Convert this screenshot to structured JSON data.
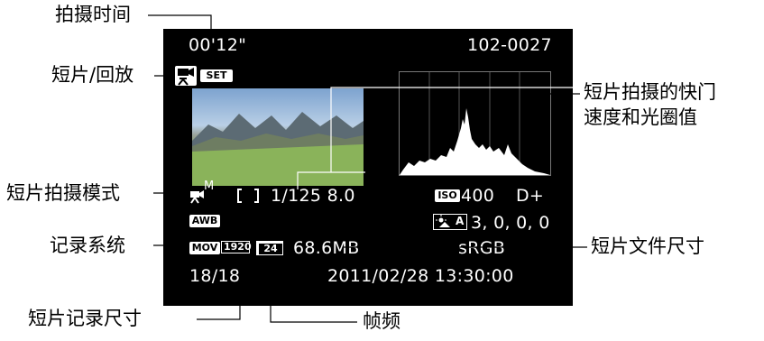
{
  "callouts": {
    "shooting_time": "拍摄时间",
    "movie_playback": "短片/回放",
    "movie_shutter_aperture": [
      "短片拍摄的快门",
      "速度和光圈值"
    ],
    "movie_shooting_mode": "短片拍摄模式",
    "recording_system": "记录系统",
    "movie_file_size": "短片文件尺寸",
    "movie_recording_size": "短片记录尺寸",
    "frame_rate": "帧频"
  },
  "screen": {
    "elapsed_time": "00'12\"",
    "folder_file": "102-0027",
    "set_badge": "SET",
    "shutter_aperture": "1/125  8.0",
    "iso_label": "ISO",
    "iso_value": "400",
    "d_plus": "D+",
    "awb": "AWB",
    "picture_style_badge": "A",
    "picture_style_values": "3,  0,  0,  0",
    "mov_badge": "MOV",
    "size_badge": "1920",
    "fps_badge": "24",
    "file_size": "68.6MB",
    "color_space": "sRGB",
    "frame_counter": "18/18",
    "datetime": "2011/02/28  13:30:00",
    "mode_suffix": "M"
  },
  "colors": {
    "screen_background": "#000000",
    "screen_text": "#ffffff",
    "callout_line": "#000000"
  },
  "icons": [
    "movie-camera-icon",
    "movie-mode-icon",
    "metering-icon"
  ]
}
